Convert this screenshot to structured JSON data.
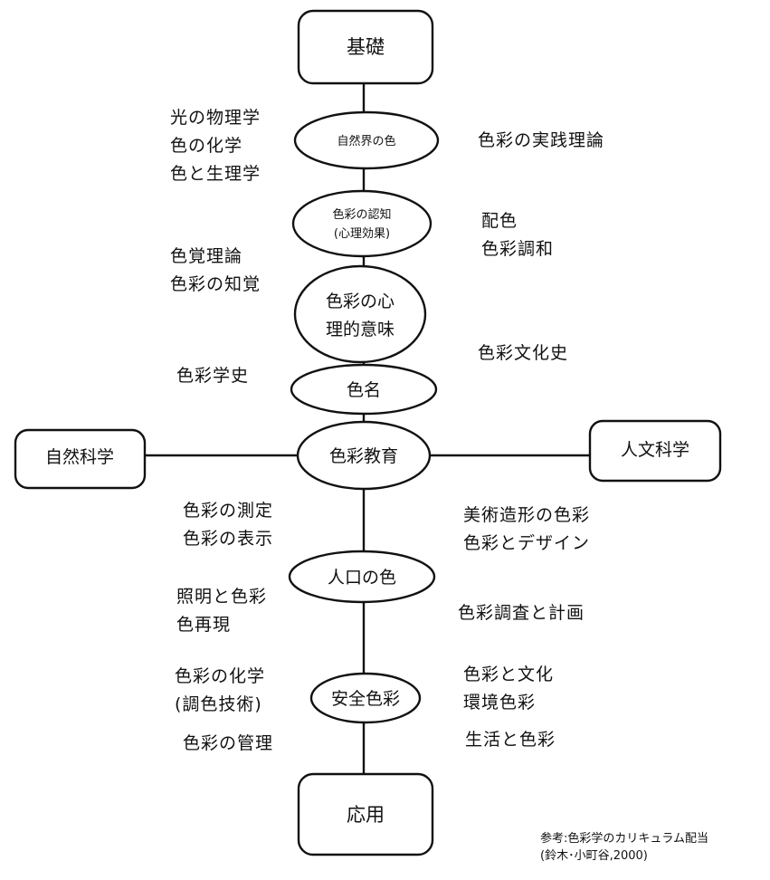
{
  "colors": {
    "stroke": "#111111",
    "background": "#ffffff",
    "text": "#111111"
  },
  "nodes": {
    "kiso": "基礎",
    "shizenkai": "自然界の色",
    "ninchi_1": "色彩の認知",
    "ninchi_2": "(心理効果)",
    "shinri_1": "色彩の心",
    "shinri_2": "理的意味",
    "shikimei": "色名",
    "kyoiku": "色彩教育",
    "shizen_kagaku": "自然科学",
    "jinbun_kagaku": "人文科学",
    "jinko": "人口の色",
    "anzen": "安全色彩",
    "oyo": "応用"
  },
  "labels": {
    "left_1": [
      "光の物理学",
      "色の化学",
      "色と生理学"
    ],
    "right_1": [
      "色彩の実践理論"
    ],
    "right_2": [
      "配色",
      "色彩調和"
    ],
    "left_2": [
      "色覚理論",
      "色彩の知覚"
    ],
    "right_3": [
      "色彩文化史"
    ],
    "left_3": [
      "色彩学史"
    ],
    "left_4": [
      "色彩の測定",
      "色彩の表示"
    ],
    "right_4": [
      "美術造形の色彩",
      "色彩とデザイン"
    ],
    "left_5": [
      "照明と色彩",
      "色再現"
    ],
    "right_5": [
      "色彩調査と計画"
    ],
    "left_6": [
      "色彩の化学",
      "(調色技術)"
    ],
    "right_6": [
      "色彩と文化",
      "環境色彩"
    ],
    "left_7": [
      "色彩の管理"
    ],
    "right_7": [
      "生活と色彩"
    ]
  },
  "credit": {
    "line1": "参考:色彩学のカリキュラム配当",
    "line2": "(鈴木･小町谷,2000)"
  }
}
